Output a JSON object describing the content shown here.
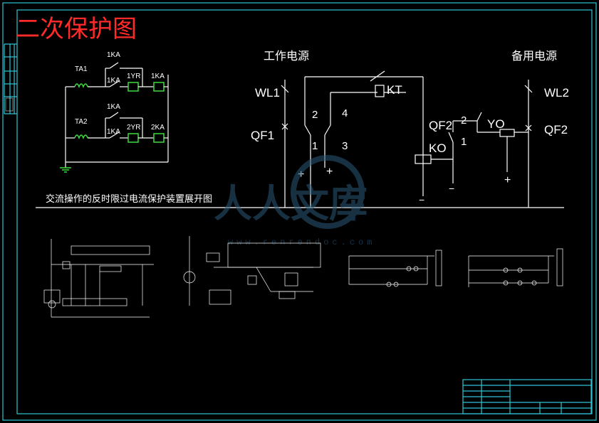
{
  "title": "二次保护图",
  "colors": {
    "title": "#ff2a2a",
    "frame": "#2ec4d6",
    "coil": "#3cdc3c",
    "line": "#ffffff",
    "watermark": "#2a5a7a"
  },
  "left_circuit": {
    "caption": "交流操作的反时限过电流保护装置展开图",
    "labels": {
      "ta1": "TA1",
      "ta2": "TA2",
      "ka1_top": "1KA",
      "ka1_mid": "1KA",
      "yr1": "1YR",
      "ka1_right": "1KA",
      "ka2_top": "1KA",
      "ka2_mid": "1KA",
      "yr2": "2YR",
      "ka2_right": "2KA"
    }
  },
  "right_circuit": {
    "work_source": "工作电源",
    "backup_source": "备用电源",
    "labels": {
      "wl1": "WL1",
      "wl2": "WL2",
      "qf1": "QF1",
      "qf2_left": "QF2",
      "qf2_right": "QF2",
      "kt": "KT",
      "yo": "YO",
      "ko": "KO",
      "n1": "1",
      "n2": "2",
      "n3": "3",
      "n4": "4",
      "n2b": "2",
      "n1b": "1",
      "plus1": "+",
      "plus2": "+",
      "plus3": "+",
      "minus1": "−",
      "minus2": "−"
    }
  },
  "watermark": {
    "text": "人人文库",
    "url": "www.renrendoc.com"
  }
}
